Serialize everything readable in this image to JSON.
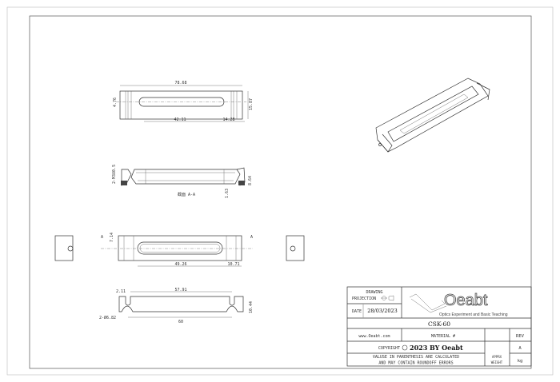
{
  "dimensions": {
    "top_length": "78.68",
    "top_height_left": "4.76",
    "top_height_right": "15.87",
    "slot_length": "42.11",
    "end_offset": "14.28",
    "section_thread": "2-M3X0.5",
    "section_height": "8.64",
    "section_bottom": "1.63",
    "section_label": "截面 A-A",
    "front_offset": "7.14",
    "front_slot": "49.26",
    "front_end": "10.71",
    "bottom_notch": "2.11",
    "bottom_span": "57.91",
    "bottom_height": "10.44",
    "bottom_hole": "2-Ø6.82",
    "bottom_length": "60",
    "section_marker": "A"
  },
  "title_block": {
    "drawing_projection": "DRAWING",
    "projection_label": "PROJECTION",
    "date_label": "DATE",
    "date_value": "28/03/2023",
    "logo_text": "Oeabt",
    "logo_subtitle": "Optics Experiment and Basic Teaching",
    "part_number": "CSK-60",
    "website": "www.Oeabt.com",
    "material_label": "MATERIAL #",
    "rev_label": "REV",
    "copyright_label": "COPYRIGHT",
    "copyright_value": "2023 BY Oeabt",
    "rev_value": "A",
    "note_line1": "VALUSE IN PARENTHESIS ARE CALCULATED",
    "note_line2": "AND MAY CONTAIN ROUNDOFF ERRORS",
    "approx_label": "APPRX",
    "weight_label": "WEIGHT",
    "weight_unit": "kg"
  }
}
